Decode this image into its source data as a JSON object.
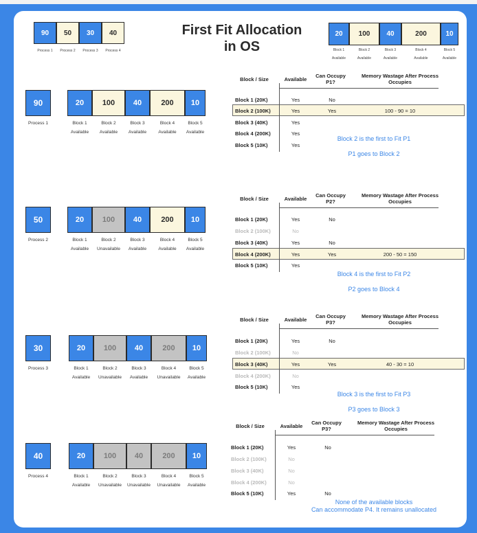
{
  "title": {
    "line1": "First Fit Allocation",
    "line2": "in OS"
  },
  "header": {
    "processes": [
      {
        "value": "90",
        "label": "Process 1"
      },
      {
        "value": "50",
        "label": "Process 2"
      },
      {
        "value": "30",
        "label": "Process 3"
      },
      {
        "value": "40",
        "label": "Process 4"
      }
    ],
    "blocks": [
      {
        "value": "20",
        "label": "Block 1",
        "status": "Available"
      },
      {
        "value": "100",
        "label": "Block 2",
        "status": "Available"
      },
      {
        "value": "40",
        "label": "Block 3",
        "status": "Available"
      },
      {
        "value": "200",
        "label": "Block 4",
        "status": "Available"
      },
      {
        "value": "10",
        "label": "Block 5",
        "status": "Available"
      }
    ]
  },
  "colors": {
    "accent": "#3b86e6",
    "available": "#fbf6de",
    "unavailable": "#c3c3c3"
  },
  "sections": [
    {
      "process": {
        "value": "90",
        "label": "Process 1"
      },
      "blocks": [
        {
          "value": "20",
          "label": "Block 1",
          "status": "Available"
        },
        {
          "value": "100",
          "label": "Block 2",
          "status": "Available"
        },
        {
          "value": "40",
          "label": "Block 3",
          "status": "Available"
        },
        {
          "value": "200",
          "label": "Block 4",
          "status": "Available"
        },
        {
          "value": "10",
          "label": "Block 5",
          "status": "Available"
        }
      ],
      "headers": {
        "block": "Block / Size",
        "available": "Available",
        "occupy": "Can Occupy P1?",
        "wastage": "Memory Wastage After Process Occupies"
      },
      "rows": [
        {
          "block": "Block 1 (20K)",
          "available": "Yes",
          "occupy": "No",
          "wastage": ""
        },
        {
          "block": "Block 2 (100K)",
          "available": "Yes",
          "occupy": "Yes",
          "wastage": "100 - 90 = 10"
        },
        {
          "block": "Block 3 (40K)",
          "available": "Yes",
          "occupy": "",
          "wastage": ""
        },
        {
          "block": "Block 4 (200K)",
          "available": "Yes",
          "occupy": "",
          "wastage": ""
        },
        {
          "block": "Block 5 (10K)",
          "available": "Yes",
          "occupy": "",
          "wastage": ""
        }
      ],
      "note1": "Block 2 is the first to Fit P1",
      "note2": "P1 goes to Block 2"
    },
    {
      "process": {
        "value": "50",
        "label": "Process 2"
      },
      "blocks": [
        {
          "value": "20",
          "label": "Block 1",
          "status": "Available"
        },
        {
          "value": "100",
          "label": "Block 2",
          "status": "Unavailable"
        },
        {
          "value": "40",
          "label": "Block 3",
          "status": "Available"
        },
        {
          "value": "200",
          "label": "Block 4",
          "status": "Available"
        },
        {
          "value": "10",
          "label": "Block 5",
          "status": "Available"
        }
      ],
      "headers": {
        "block": "Block / Size",
        "available": "Available",
        "occupy": "Can Occupy P2?",
        "wastage": "Memory Wastage After Process Occupies"
      },
      "rows": [
        {
          "block": "Block 1 (20K)",
          "available": "Yes",
          "occupy": "No",
          "wastage": ""
        },
        {
          "block": "Block 2 (100K)",
          "available": "No",
          "occupy": "",
          "wastage": ""
        },
        {
          "block": "Block 3 (40K)",
          "available": "Yes",
          "occupy": "No",
          "wastage": ""
        },
        {
          "block": "Block 4 (200K)",
          "available": "Yes",
          "occupy": "Yes",
          "wastage": "200 - 50 = 150"
        },
        {
          "block": "Block 5 (10K)",
          "available": "Yes",
          "occupy": "",
          "wastage": ""
        }
      ],
      "note1": "Block 4 is the first to Fit P2",
      "note2": "P2 goes to Block 4"
    },
    {
      "process": {
        "value": "30",
        "label": "Process 3"
      },
      "blocks": [
        {
          "value": "20",
          "label": "Block 1",
          "status": "Available"
        },
        {
          "value": "100",
          "label": "Block 2",
          "status": "Unavailable"
        },
        {
          "value": "40",
          "label": "Block 3",
          "status": "Available"
        },
        {
          "value": "200",
          "label": "Block 4",
          "status": "Unavailable"
        },
        {
          "value": "10",
          "label": "Block 5",
          "status": "Available"
        }
      ],
      "headers": {
        "block": "Block / Size",
        "available": "Available",
        "occupy": "Can Occupy P3?",
        "wastage": "Memory Wastage After Process Occupies"
      },
      "rows": [
        {
          "block": "Block 1 (20K)",
          "available": "Yes",
          "occupy": "No",
          "wastage": ""
        },
        {
          "block": "Block 2 (100K)",
          "available": "No",
          "occupy": "",
          "wastage": ""
        },
        {
          "block": "Block 3 (40K)",
          "available": "Yes",
          "occupy": "Yes",
          "wastage": "40 - 30 = 10"
        },
        {
          "block": "Block 4 (200K)",
          "available": "No",
          "occupy": "",
          "wastage": ""
        },
        {
          "block": "Block 5 (10K)",
          "available": "Yes",
          "occupy": "",
          "wastage": ""
        }
      ],
      "note1": "Block 3 is the first to Fit P3",
      "note2": "P3 goes to Block 3"
    },
    {
      "process": {
        "value": "40",
        "label": "Process 4"
      },
      "blocks": [
        {
          "value": "20",
          "label": "Block 1",
          "status": "Available"
        },
        {
          "value": "100",
          "label": "Block 2",
          "status": "Unavailable"
        },
        {
          "value": "40",
          "label": "Block 3",
          "status": "Unavailable"
        },
        {
          "value": "200",
          "label": "Block 4",
          "status": "Unavailable"
        },
        {
          "value": "10",
          "label": "Block 5",
          "status": "Available"
        }
      ],
      "headers": {
        "block": "Block / Size",
        "available": "Available",
        "occupy": "Can Occupy P3?",
        "wastage": "Memory Wastage After Process Occupies"
      },
      "rows": [
        {
          "block": "Block 1 (20K)",
          "available": "Yes",
          "occupy": "No",
          "wastage": ""
        },
        {
          "block": "Block 2 (100K)",
          "available": "No",
          "occupy": "",
          "wastage": ""
        },
        {
          "block": "Block 3 (40K)",
          "available": "No",
          "occupy": "",
          "wastage": ""
        },
        {
          "block": "Block 4 (200K)",
          "available": "No",
          "occupy": "",
          "wastage": ""
        },
        {
          "block": "Block 5 (10K)",
          "available": "Yes",
          "occupy": "No",
          "wastage": ""
        }
      ],
      "note1": "None of the available blocks",
      "note2": "Can accommodate P4. It remains unallocated"
    }
  ]
}
